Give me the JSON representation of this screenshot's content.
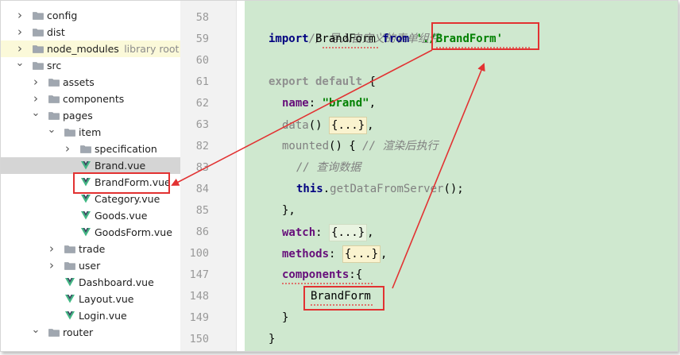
{
  "tree": {
    "items": [
      {
        "label": "config",
        "type": "folder",
        "depth": 0,
        "state": "collapsed"
      },
      {
        "label": "dist",
        "type": "folder",
        "depth": 0,
        "state": "collapsed"
      },
      {
        "label": "node_modules",
        "hint": "library root",
        "type": "folder",
        "depth": 0,
        "state": "collapsed"
      },
      {
        "label": "src",
        "type": "folder",
        "depth": 0,
        "state": "expanded"
      },
      {
        "label": "assets",
        "type": "folder",
        "depth": 1,
        "state": "collapsed"
      },
      {
        "label": "components",
        "type": "folder",
        "depth": 1,
        "state": "collapsed"
      },
      {
        "label": "pages",
        "type": "folder",
        "depth": 1,
        "state": "expanded"
      },
      {
        "label": "item",
        "type": "folder",
        "depth": 2,
        "state": "expanded"
      },
      {
        "label": "specification",
        "type": "folder",
        "depth": 3,
        "state": "collapsed"
      },
      {
        "label": "Brand.vue",
        "type": "vue",
        "depth": 3,
        "selected": true
      },
      {
        "label": "BrandForm.vue",
        "type": "vue",
        "depth": 3
      },
      {
        "label": "Category.vue",
        "type": "vue",
        "depth": 3
      },
      {
        "label": "Goods.vue",
        "type": "vue",
        "depth": 3
      },
      {
        "label": "GoodsForm.vue",
        "type": "vue",
        "depth": 3
      },
      {
        "label": "trade",
        "type": "folder",
        "depth": 2,
        "state": "collapsed"
      },
      {
        "label": "user",
        "type": "folder",
        "depth": 2,
        "state": "collapsed"
      },
      {
        "label": "Dashboard.vue",
        "type": "vue",
        "depth": 2
      },
      {
        "label": "Layout.vue",
        "type": "vue",
        "depth": 2
      },
      {
        "label": "Login.vue",
        "type": "vue",
        "depth": 2
      },
      {
        "label": "router",
        "type": "folder",
        "depth": 1,
        "state": "expanded"
      }
    ]
  },
  "editor": {
    "lines": [
      {
        "num": "58",
        "fold": ""
      },
      {
        "num": "59",
        "fold": ""
      },
      {
        "num": "60",
        "fold": ""
      },
      {
        "num": "61",
        "fold": "minus"
      },
      {
        "num": "62",
        "fold": ""
      },
      {
        "num": "63",
        "fold": "plus"
      },
      {
        "num": "82",
        "fold": "minus"
      },
      {
        "num": "83",
        "fold": ""
      },
      {
        "num": "84",
        "fold": ""
      },
      {
        "num": "85",
        "fold": "minus"
      },
      {
        "num": "86",
        "fold": "plus"
      },
      {
        "num": "100",
        "fold": "plus"
      },
      {
        "num": "147",
        "fold": "minus"
      },
      {
        "num": "148",
        "fold": ""
      },
      {
        "num": "149",
        "fold": "minus"
      },
      {
        "num": "150",
        "fold": "minus"
      }
    ],
    "tokens": {
      "l58_comment": "// 导入自定义的表单组件",
      "l59_import": "import",
      "l59_name": " BrandForm ",
      "l59_from": "from",
      "l59_space": " ",
      "l59_path": "'./BrandForm'",
      "l61_export": "export default",
      "l61_brace": " {",
      "l62_key": "name",
      "l62_colon": ": ",
      "l62_value": "\"brand\"",
      "l62_comma": ",",
      "l63_data": "data",
      "l63_paren": "() ",
      "l63_fold": "{...}",
      "l63_comma": ",",
      "l82_mounted": "mounted",
      "l82_rest": "() { ",
      "l82_comment": "// 渲染后执行",
      "l83_comment": "// 查询数据",
      "l84_this": "this",
      "l84_dot": ".",
      "l84_call": "getDataFromServer",
      "l84_end": "();",
      "l85_close": "},",
      "l86_watch": "watch",
      "l86_colon": ": ",
      "l86_fold": "{...}",
      "l86_comma": ",",
      "l100_methods": "methods",
      "l100_colon": ": ",
      "l100_fold": "{...}",
      "l100_comma": ",",
      "l147_components": "components",
      "l147_brace": ":{",
      "l148_brandform": "BrandForm",
      "l149_close": "}",
      "l150_close": "}"
    }
  },
  "colors": {
    "annotation": "#e23232",
    "code_bg": "#cfe8cf",
    "keyword": "#000080",
    "string": "#008000",
    "comment": "#808080",
    "property": "#660e7a"
  }
}
